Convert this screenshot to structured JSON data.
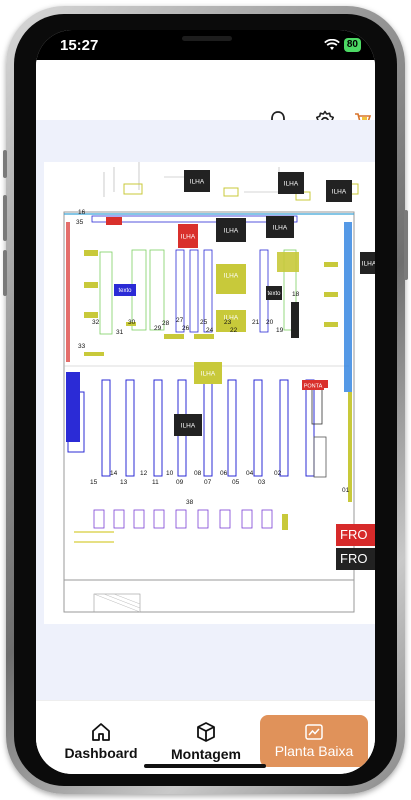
{
  "status_bar": {
    "time": "15:27",
    "battery": "80"
  },
  "header": {
    "icons": [
      "bell-icon",
      "gear-icon",
      "cart-logo-icon"
    ]
  },
  "map": {
    "islands": [
      "ILHA",
      "ILHA",
      "ILHA",
      "ILHA",
      "ILHA",
      "ILHA",
      "ILHA",
      "ILHA",
      "ILHA",
      "ILHA",
      "ILHA"
    ],
    "text_boxes": [
      "texto",
      "texto"
    ],
    "fronts": [
      "FRO",
      "FRO"
    ],
    "ponta": "PONTA",
    "aisle_numbers_upper": [
      "33",
      "32",
      "31",
      "30",
      "29",
      "28",
      "27",
      "26",
      "25",
      "24",
      "23",
      "22",
      "21",
      "20",
      "19",
      "18",
      "35",
      "16"
    ],
    "aisle_numbers_lower": [
      "15",
      "14",
      "13",
      "12",
      "11",
      "10",
      "09",
      "08",
      "07",
      "06",
      "05",
      "04",
      "03",
      "02",
      "01",
      "38"
    ],
    "colors": {
      "island_dark": "#222222",
      "island_red": "#d9302c",
      "blue": "#2b2bd6",
      "yellow": "#c8c93a",
      "front_red": "#d72a2a"
    }
  },
  "nav": {
    "dashboard": "Dashboard",
    "montagem": "Montagem",
    "planta": "Planta Baixa"
  }
}
